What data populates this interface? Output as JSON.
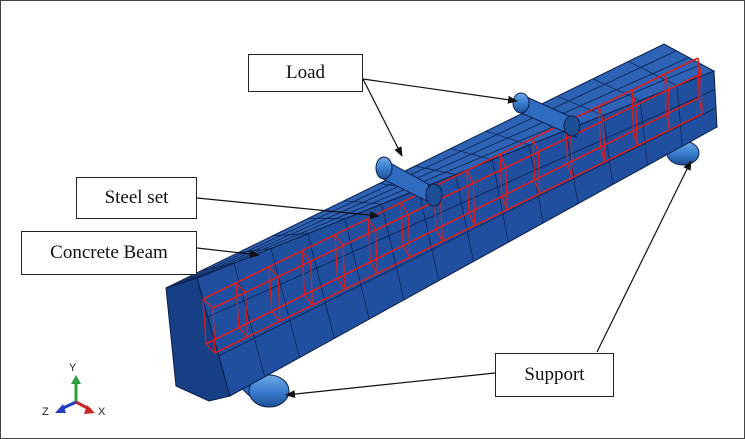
{
  "labels": {
    "load": "Load",
    "steel_set": "Steel set",
    "concrete_beam": "Concrete Beam",
    "support": "Support"
  },
  "triad": {
    "y": "Y",
    "z": "Z",
    "x": "X"
  },
  "colors": {
    "beam_top": "#2d62b4",
    "beam_front": "#1f4f9e",
    "beam_end": "#173f85",
    "mesh_line": "#0b1f4a",
    "rebar": "#d42020",
    "cylinder": "#3a7fd0"
  }
}
